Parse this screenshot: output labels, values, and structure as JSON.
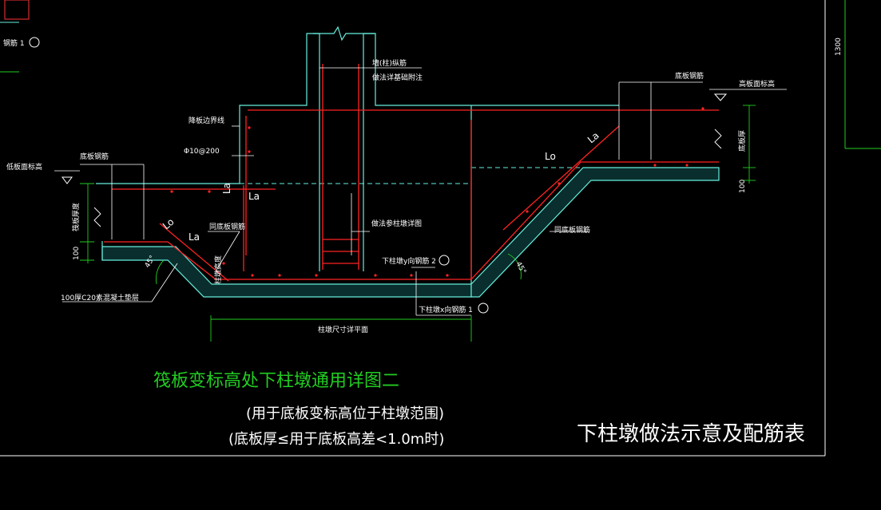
{
  "diagram": {
    "title_green": "筏板变标高处下柱墩通用详图二",
    "subtitle_1": "(用于底板变标高位于柱墩范围)",
    "subtitle_2": "(底板厚≤用于底板高差<1.0m时)",
    "main_title": "下柱墩做法示意及配筋表",
    "top_left_label": "钢筋 1",
    "dim_right_vertical": "1300",
    "labels": {
      "wall_column_rebar": "墙(柱)纵筋",
      "wall_column_rebar_note": "做法详基础附注",
      "bottom_rebar_right": "底板钢筋",
      "high_slab_elev": "高板面标高",
      "slab_thickness_right": "底板厚",
      "dim_100_right": "100",
      "dropped_slab_edge": "降板边界线",
      "tie_rebar": "Φ10@200",
      "low_slab_elev": "低板面标高",
      "bottom_rebar_left": "底板钢筋",
      "slab_thickness_left": "筏板厚度",
      "dim_100_left": "100",
      "same_bottom_rebar_left": "同底板钢筋",
      "same_bottom_rebar_right": "同底板钢筋",
      "column_detail_ref": "做法参柱墩详图",
      "pier_y_rebar": "下柱墩y向钢筋 2",
      "pier_x_rebar": "下柱墩x向钢筋 1",
      "pier_height": "柱墩高度",
      "bedding": "100厚C20素混凝土垫层",
      "pier_size": "柱墩尺寸详平面",
      "angle_left": "45°",
      "angle_right": "45°",
      "lo_1": "La",
      "lo_2": "La",
      "lo_3": "Lo",
      "lo_4": "La",
      "lo_5": "Lo",
      "lo_6": "La"
    }
  }
}
